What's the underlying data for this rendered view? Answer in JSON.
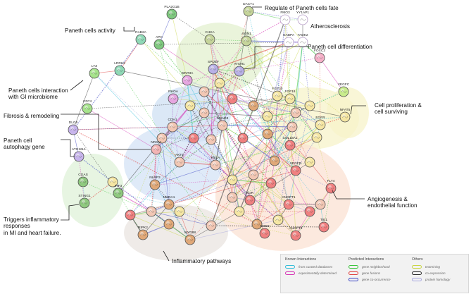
{
  "annotations": {
    "paneth_activity": "Paneth cells activity",
    "regulate_fate": "Regulate of Paneth cells fate",
    "atherosclerosis": "Atherosclerosis",
    "paneth_differentiation": "Paneth cell differentiation",
    "gi_microbiome": "Paneth cells interaction\nwith GI microbiome",
    "fibrosis": "Fibrosis & remodeling",
    "proliferation": "Cell proliferation &\ncell surviving",
    "autophagy": "Paneth cell\nautophagy gene",
    "angiogenesis": "Angiogenesis &\nendothelial function",
    "inflammatory_mi": "Triggers inflammatory\nresponses\nin MI and heart failure.",
    "inflammatory_pathways": "Inflammatory pathways"
  },
  "nodes": [
    {
      "label": "PLA2G1B",
      "color": "#7fc97f"
    },
    {
      "label": "DACT1",
      "color": "#c5d49a"
    },
    {
      "label": "RAB2A",
      "color": "#8fd9b6"
    },
    {
      "label": "CHKA",
      "color": "#c5d49a"
    },
    {
      "label": "APC",
      "color": "#7fc97f"
    },
    {
      "label": "AXIN1",
      "color": "#c5d49a"
    },
    {
      "label": "FMO3",
      "color": "#ffffff"
    },
    {
      "label": "YY1AP1",
      "color": "#ffffff"
    },
    {
      "label": "GABPA",
      "color": "#ffffff"
    },
    {
      "label": "TADK2",
      "color": "#ffffff"
    },
    {
      "label": "LYZ",
      "color": "#a6e38c"
    },
    {
      "label": "LRRK2",
      "color": "#8fd9b6"
    },
    {
      "label": "FOXC2",
      "color": "#f5b0c8"
    },
    {
      "label": "SPDEF",
      "color": "#b8b0e6"
    },
    {
      "label": "ATOH1",
      "color": "#b8b0e6"
    },
    {
      "label": "WNT3A",
      "color": "#e6a6e0"
    },
    {
      "label": "RHOA",
      "color": "#e6a6e0"
    },
    {
      "label": "CD74",
      "color": "#a6e38c"
    },
    {
      "label": "FGF10",
      "color": "#f5e6a3"
    },
    {
      "label": "FGF18",
      "color": "#f5e6a3"
    },
    {
      "label": "VEGFC",
      "color": "#c8ec8c"
    },
    {
      "label": "SMAD3",
      "color": "#f2c7b4"
    },
    {
      "label": "NFAT5",
      "color": "#f5e6a3"
    },
    {
      "label": "DLG5",
      "color": "#c7b4ec"
    },
    {
      "label": "CDH1",
      "color": "#f2c7b4"
    },
    {
      "label": "EGFR",
      "color": "#f5e6a3"
    },
    {
      "label": "ATG16L1",
      "color": "#c7b4ec"
    },
    {
      "label": "NR4A1",
      "color": "#f2b4b4"
    },
    {
      "label": "COL18A1",
      "color": "#f08080"
    },
    {
      "label": "VEGFD",
      "color": "#f08080"
    },
    {
      "label": "AKT1",
      "color": "#f2c7b4"
    },
    {
      "label": "RELA",
      "color": "#f2c7b4"
    },
    {
      "label": "FLT4",
      "color": "#f08080"
    },
    {
      "label": "CGAS",
      "color": "#8fc97f"
    },
    {
      "label": "STING1",
      "color": "#8fc97f"
    },
    {
      "label": "IRF3",
      "color": "#8fc97f"
    },
    {
      "label": "NLRP3",
      "color": "#e0a878"
    },
    {
      "label": "KDR",
      "color": "#f08080"
    },
    {
      "label": "ANGPT1",
      "color": "#f08080"
    },
    {
      "label": "ANGPT4",
      "color": "#f08080"
    },
    {
      "label": "TIE1",
      "color": "#f08080"
    },
    {
      "label": "RIPK2",
      "color": "#e0a878"
    },
    {
      "label": "MYD88",
      "color": "#e0a878"
    },
    {
      "label": "NMDA1",
      "color": "#e0a878"
    },
    {
      "label": "NOD2",
      "color": "#f08080"
    }
  ],
  "legend": {
    "known": {
      "title": "Known Interactions",
      "items": [
        {
          "label": "from curated databases",
          "color": "#33bdd9"
        },
        {
          "label": "experimentally determined",
          "color": "#d633b5"
        }
      ]
    },
    "predicted": {
      "title": "Predicted Interactions",
      "items": [
        {
          "label": "gene neighborhood",
          "color": "#3ac43a"
        },
        {
          "label": "gene fusions",
          "color": "#e0413e"
        },
        {
          "label": "gene co-occurrence",
          "color": "#3a44c4"
        }
      ]
    },
    "others": {
      "title": "Others",
      "items": [
        {
          "label": "textmining",
          "color": "#c8d641"
        },
        {
          "label": "co-expression",
          "color": "#2a2a2a"
        },
        {
          "label": "protein homology",
          "color": "#a7a7e0"
        }
      ]
    }
  }
}
